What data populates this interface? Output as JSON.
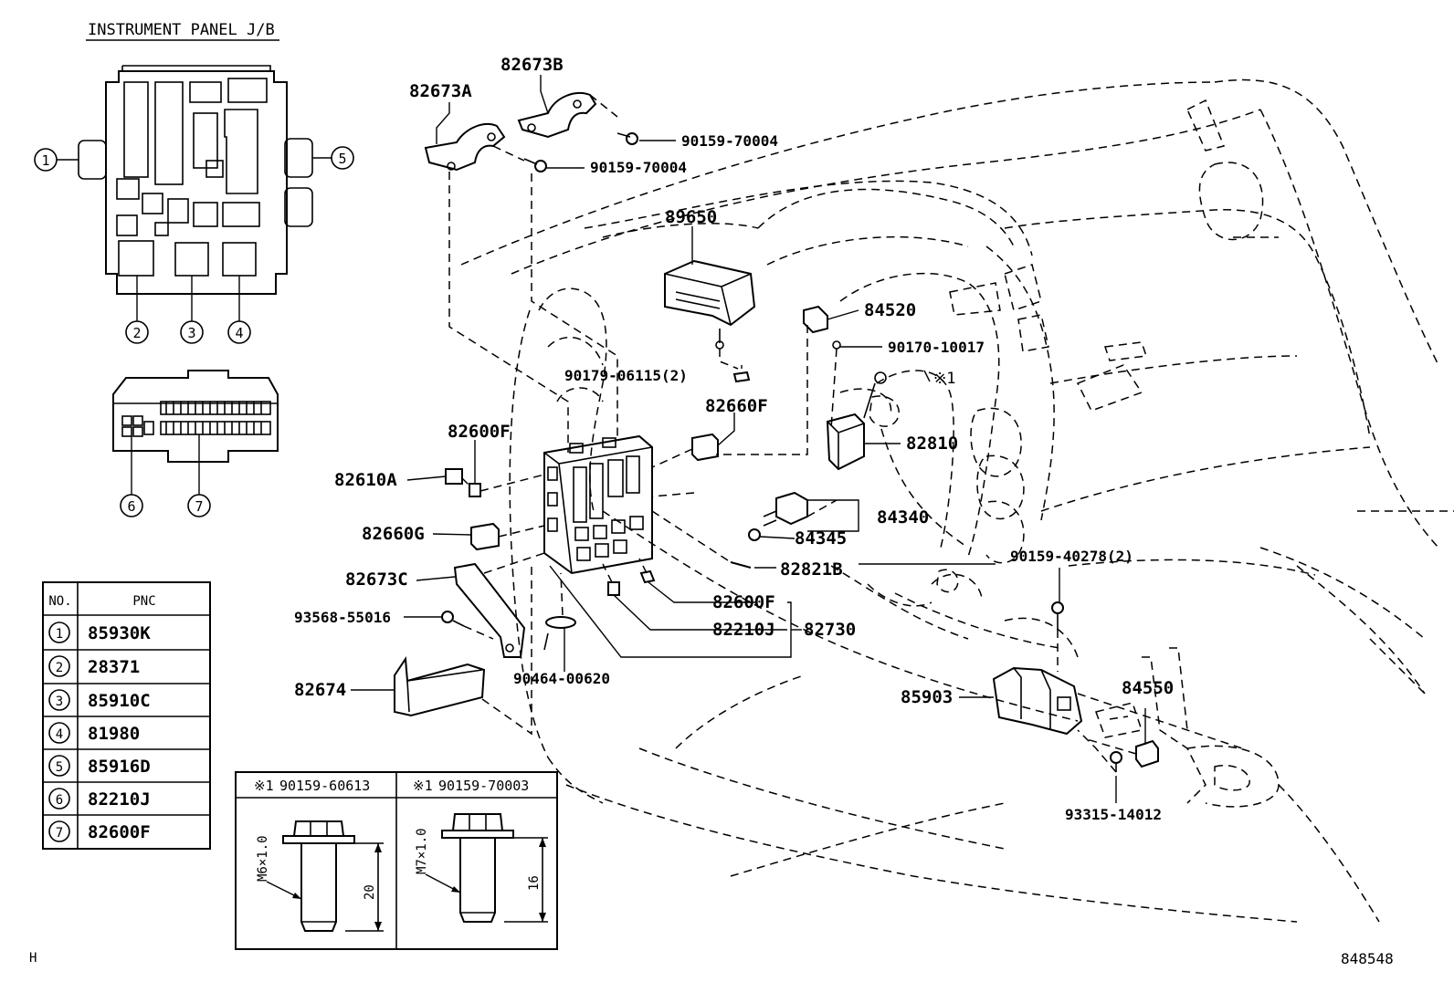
{
  "panel_title": "INSTRUMENT PANEL J/B",
  "callouts": [
    "1",
    "2",
    "3",
    "4",
    "5",
    "6",
    "7"
  ],
  "table": {
    "headers": [
      "NO.",
      "PNC"
    ],
    "rows": [
      {
        "no": "1",
        "pnc": "85930K"
      },
      {
        "no": "2",
        "pnc": "28371"
      },
      {
        "no": "3",
        "pnc": "85910C"
      },
      {
        "no": "4",
        "pnc": "81980"
      },
      {
        "no": "5",
        "pnc": "85916D"
      },
      {
        "no": "6",
        "pnc": "82210J"
      },
      {
        "no": "7",
        "pnc": "82600F"
      }
    ]
  },
  "part_labels": {
    "p82673A": "82673A",
    "p82673B": "82673B",
    "p90159_70004_a": "90159-70004",
    "p90159_70004_b": "90159-70004",
    "p89650": "89650",
    "p84520": "84520",
    "p90170_10017": "90170-10017",
    "p90179_06115": "90179-06115(2)",
    "p82660F": "82660F",
    "p82810": "82810",
    "p82600F_top": "82600F",
    "p82610A": "82610A",
    "p82660G": "82660G",
    "p84340": "84340",
    "p84345": "84345",
    "p82673C": "82673C",
    "p82821B": "82821B",
    "p90159_40278": "90159-40278(2)",
    "p82600F_bottom": "82600F",
    "p93568_55016": "93568-55016",
    "p82210J": "82210J",
    "p82730": "82730",
    "p90464_00620": "90464-00620",
    "p82674": "82674",
    "p85903": "85903",
    "p84550": "84550",
    "p93315_14012": "93315-14012",
    "mark1": "※1"
  },
  "bolt_details": [
    {
      "mark": "※1",
      "pnc": "90159-60613",
      "thread": "M6×1.0",
      "length": "20"
    },
    {
      "mark": "※1",
      "pnc": "90159-70003",
      "thread": "M7×1.0",
      "length": "16"
    }
  ],
  "footer": {
    "left": "H",
    "right": "848548"
  }
}
